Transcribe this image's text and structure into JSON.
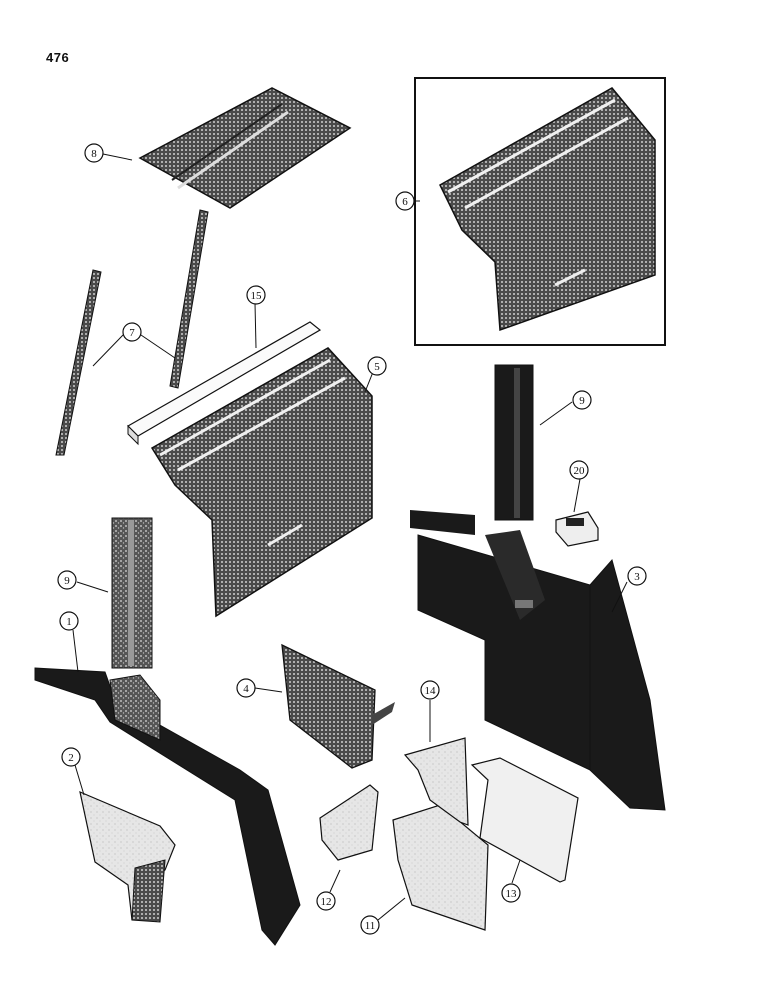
{
  "page_number": "476",
  "callouts": {
    "c1": "1",
    "c2": "2",
    "c3": "3",
    "c4": "4",
    "c5": "5",
    "c6": "6",
    "c7": "7",
    "c8": "8",
    "c9a": "9",
    "c9b": "9",
    "c11": "11",
    "c12": "12",
    "c13": "13",
    "c14": "14",
    "c15": "15",
    "c20": "20"
  },
  "colors": {
    "ink": "#111111",
    "part_dark": "#1a1a1a",
    "mesh": "#3a3a3a",
    "foam": "#e4e4e4"
  }
}
